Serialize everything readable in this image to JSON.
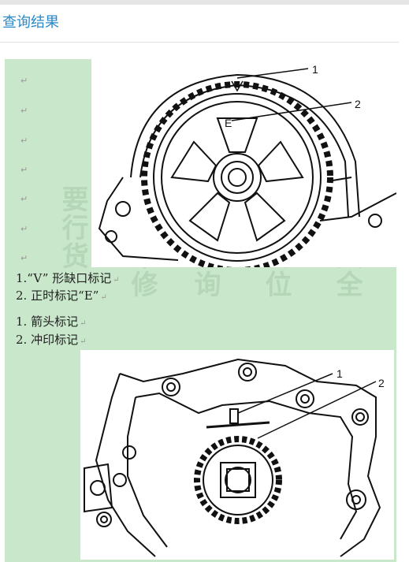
{
  "page": {
    "title": "查询结果"
  },
  "paragraph_marks": [
    "↵",
    "↵",
    "↵",
    "↵",
    "↵",
    "↵",
    "↵"
  ],
  "figure1": {
    "callout_1": "1",
    "callout_2": "2",
    "mark_e": "E"
  },
  "captions_fig1": [
    {
      "text": "1.“V” 形缺口标记",
      "mark": "↵"
    },
    {
      "text": "2. 正时标记“E”",
      "mark": "↵"
    }
  ],
  "captions_fig2": [
    {
      "text": "1. 箭头标记",
      "mark": "↵"
    },
    {
      "text": "2. 冲印标记",
      "mark": "↵"
    }
  ],
  "figure2": {
    "callout_1": "1",
    "callout_2": "2"
  }
}
